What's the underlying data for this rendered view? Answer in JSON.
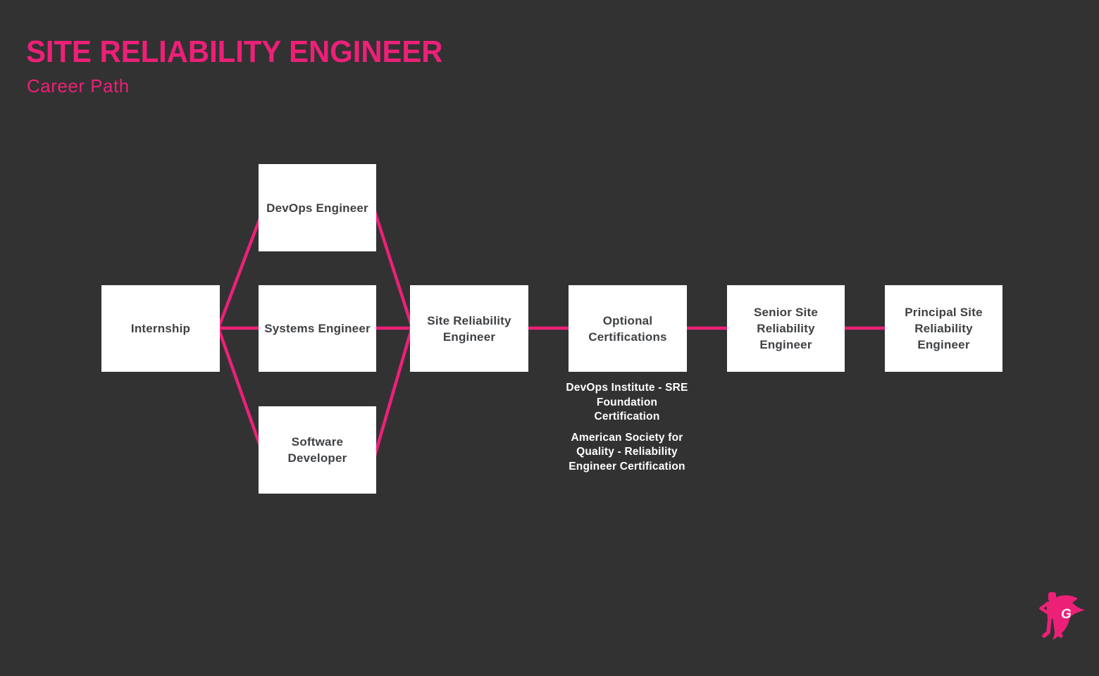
{
  "header": {
    "title": "SITE RELIABILITY ENGINEER",
    "subtitle": "Career Path"
  },
  "nodes": {
    "internship": {
      "lines": [
        "Internship"
      ]
    },
    "devops_engineer": {
      "lines": [
        "DevOps Engineer"
      ]
    },
    "systems_engineer": {
      "lines": [
        "Systems Engineer"
      ]
    },
    "software_developer": {
      "lines": [
        "Software",
        "Developer"
      ]
    },
    "site_reliability_engineer": {
      "lines": [
        "Site Reliability",
        "Engineer"
      ]
    },
    "optional_certifications": {
      "lines": [
        "Optional",
        "Certifications"
      ]
    },
    "senior_site_reliability_engineer": {
      "lines": [
        "Senior Site",
        "Reliability",
        "Engineer"
      ]
    },
    "principal_site_reliability_engineer": {
      "lines": [
        "Principal Site",
        "Reliability",
        "Engineer"
      ]
    }
  },
  "certifications": [
    {
      "lines": [
        "DevOps Institute - SRE",
        "Foundation",
        "Certification"
      ]
    },
    {
      "lines": [
        "American Society for",
        "Quality - Reliability",
        "Engineer Certification"
      ]
    }
  ],
  "logo": {
    "letter": "G"
  },
  "colors": {
    "background": "#323232",
    "accent_pink": "#ED2078",
    "box_fill": "#FFFFFF",
    "box_text": "#3F4245",
    "cert_text": "#FFFFFF"
  }
}
